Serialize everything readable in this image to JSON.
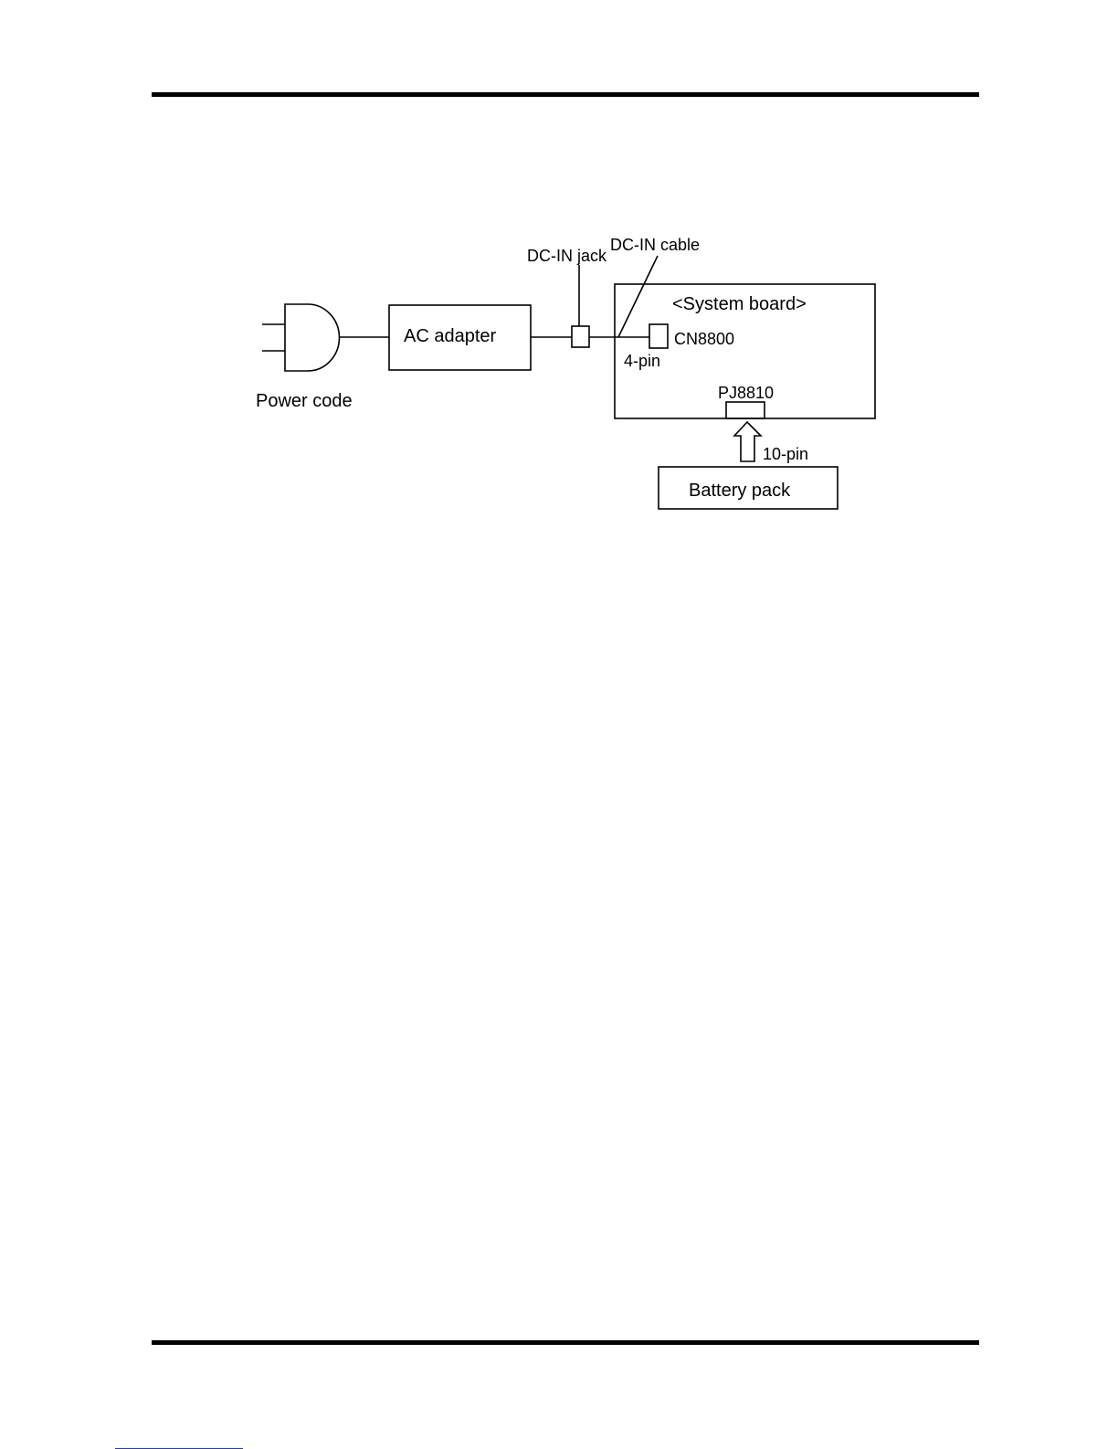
{
  "diagram": {
    "labels": {
      "dc_in_jack": "DC-IN jack",
      "dc_in_cable": "DC-IN cable",
      "system_board": "<System board>",
      "cn8800": "CN8800",
      "four_pin": "4-pin",
      "pj8810": "PJ8810",
      "ten_pin": "10-pin",
      "ac_adapter": "AC adapter",
      "power_code": "Power code",
      "battery_pack": "Battery pack"
    }
  }
}
